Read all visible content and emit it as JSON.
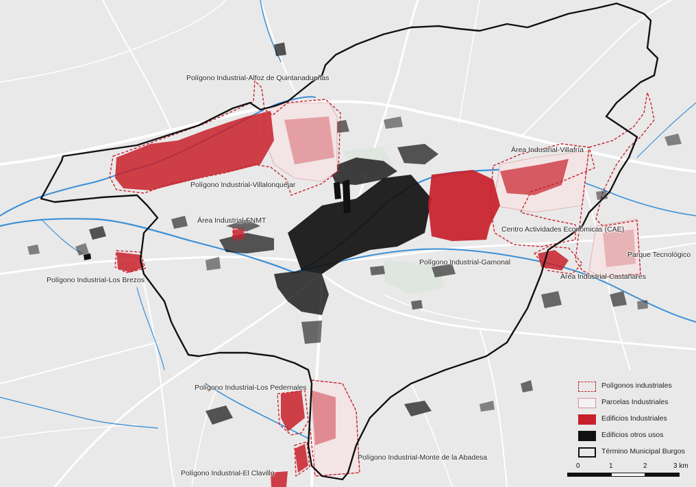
{
  "labels": {
    "alfoz": "Polígono Industrial-Alfoz de Quintanadueñas",
    "villalonquejar": "Polígono Industrial-Villalonquéjar",
    "fnmt": "Área Industrial-FNMT",
    "brezos": "Polígono Industrial-Los Brezos",
    "villafria": "Área Industrial-Villafría",
    "cae": "Centro Actividades Económicas (CAE)",
    "parque": "Parque Tecnológico",
    "gamonal": "Polígono Industrial-Gamonal",
    "castanares": "Área Industrial-Castañares",
    "pedernales": "Polígono Industrial-Los Pedernales",
    "abadesa": "Polígono Industrial-Monte de la Abadesa",
    "clavillo": "Polígono Industrial-El Clavillo"
  },
  "legend": [
    {
      "key": "poligonos",
      "label": "Polígonos industriales"
    },
    {
      "key": "parcelas",
      "label": "Parcelas Industriales"
    },
    {
      "key": "edificios_ind",
      "label": "Edificios Industriales"
    },
    {
      "key": "edificios_otros",
      "label": "Edificios otros usos"
    },
    {
      "key": "termino",
      "label": "Término Municipal Burgos"
    }
  ],
  "scale": {
    "ticks": [
      "0",
      "1",
      "2",
      "3 km"
    ]
  },
  "colors": {
    "industrial": "#c8202a",
    "parcel_outline": "#d98e93",
    "other_buildings": "#111111",
    "river": "#3a8fd6",
    "road": "#ffffff",
    "background": "#e9e9e9",
    "boundary": "#111111"
  }
}
